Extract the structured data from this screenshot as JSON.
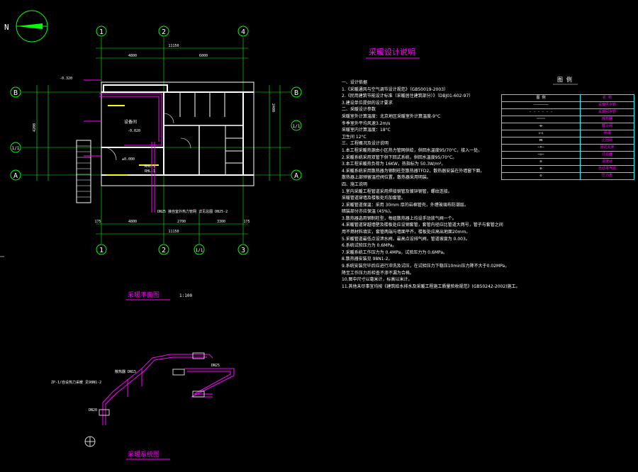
{
  "north_label": "N",
  "main_title": "采暖设计说明",
  "legend_title": "图 例",
  "plan_title": "采暖平面图",
  "plan_scale": "1:100",
  "system_title": "采暖系统图",
  "axis_labels_top": [
    "1",
    "2",
    "4"
  ],
  "axis_labels_bottom": [
    "1",
    "2",
    "1/1",
    "3"
  ],
  "axis_labels_left": [
    "B",
    "1/1",
    "A"
  ],
  "axis_labels_right": [
    "B",
    "1/1",
    "A"
  ],
  "dims_top_total": "11150",
  "dims_top": [
    "4800",
    "6000"
  ],
  "dims_bottom_total": "11150",
  "dims_bottom": [
    "175",
    "4800",
    "2700",
    "3300",
    "175"
  ],
  "dims_left_total": "4200",
  "dims_right_total": "2400",
  "plan_labels": {
    "equip_room": "设备间",
    "level_1": "-0.320",
    "level_2": "-0.020",
    "level_3": "±0.000",
    "rhl1": "RHL-1",
    "rhl2": "RHL-1",
    "note_bottom": "DN25 接自室外热力管网 详见总图 DN25-2"
  },
  "system_labels": {
    "top": "DN25",
    "left": "ZP-1/自设热力采暖 见98N1-2",
    "mid": "散热器 DN15",
    "low": "DN20"
  },
  "notes": [
    "一、设计依据",
    "  1.《采暖通风与空气调节设计规范》（GB50019-2003）",
    "  2.《民用建筑节能设计标准（采暖居住建筑部分）》（DBJ01-602-97）",
    "  3.建设单位提供的设计要求",
    "二、采暖设计参数",
    "  采暖室外计算温度：北京地区采暖室外计算温度-9°C",
    "              冬季室外平均风速3.2m/s",
    "  采暖室内计算温度：18°C",
    "                 卫生间 12°C",
    "三、工程概况及设计说明",
    "  1.本工程采暖热源由小区热力管网供给，供回水温度95/70°C，接入一处。",
    "  2.采暖系统采用双管下供下回式系统，供回水温度95/70°C。",
    "  3.本工程采暖热负荷为 16KW，热指标为 50.3W/m²。",
    "  4.采暖系统采用散热器为钢制柱型散热器TFD2，散热器安装在外墙窗下面，",
    "     散热器上部预留温控阀位置，散热器采用明装。",
    "四、施工说明",
    "  1.室内采暖工程管道采用焊接钢管及镀锌钢管，螺纹连接。",
    "     采暖管道穿墙及楼板处均加套管。",
    "  2.采暖管道保温：采用 30mm 厚的岩棉管壳，外缠玻璃布防潮层。",
    "     暗装部分亦应保温 (45%)。",
    "  3.散热器选用钢制柱型，每组散热器上均设手动放气阀一个。",
    "  4.采暖管道穿越墙壁及楼板处应设钢套管，套管内径应比管道大两号，管子与套管之间",
    "     用不燃材料填实，套管两端与墙面平齐，楼板处应高出地面20mm。",
    "  5.采暖管道最低点设泄水阀，最高点设排气阀，管道坡度为 0.003。",
    "  6.系统试验压力为 0.6MPa。",
    "  7.采暖系统工作压力为 0.4MPa，试验压力为 0.6MPa。",
    "  8.散热器安装见 98N1-2。",
    "  9.系统安装完毕后应进行冲洗及试压，在试验压力下稳压10min压力降不大于0.02MPa，",
    "     降至工作压力后检查不渗不漏为合格。",
    "  10.图中尺寸以毫米计，标高以米计。",
    "  11.其他未尽事宜均按《建筑给水排水及采暖工程施工质量验收规范》(GB50242-2002)施工。"
  ],
  "legend_rows": [
    {
      "symbol": "图    例",
      "name": "名  称"
    },
    {
      "symbol": "———————",
      "name": "采暖供水管"
    },
    {
      "symbol": "- - - - - -",
      "name": "采暖回水管"
    },
    {
      "symbol": "~~~~",
      "name": "散热器"
    },
    {
      "symbol": "⊣⊢",
      "name": "截止阀"
    },
    {
      "symbol": "▷◁",
      "name": "闸阀"
    },
    {
      "symbol": "⋈",
      "name": "止回阀"
    },
    {
      "symbol": "—×—",
      "name": "固定支架"
    },
    {
      "symbol": "—◇—",
      "name": "过滤器"
    },
    {
      "symbol": "⊖",
      "name": "温度计"
    },
    {
      "symbol": "⊕",
      "name": "自动排气阀"
    },
    {
      "symbol": "⊙",
      "name": "压力表"
    }
  ],
  "colors": {
    "background": "#000000",
    "axis": "#00ff00",
    "dim": "#00ff00",
    "wall": "#ffffff",
    "pipe_supply": "#ff00ff",
    "pipe_return": "#ff00ff",
    "text": "#ffffff",
    "title": "#ff00ff",
    "legend_border": "#00ffff",
    "highlight": "#ffff00"
  }
}
